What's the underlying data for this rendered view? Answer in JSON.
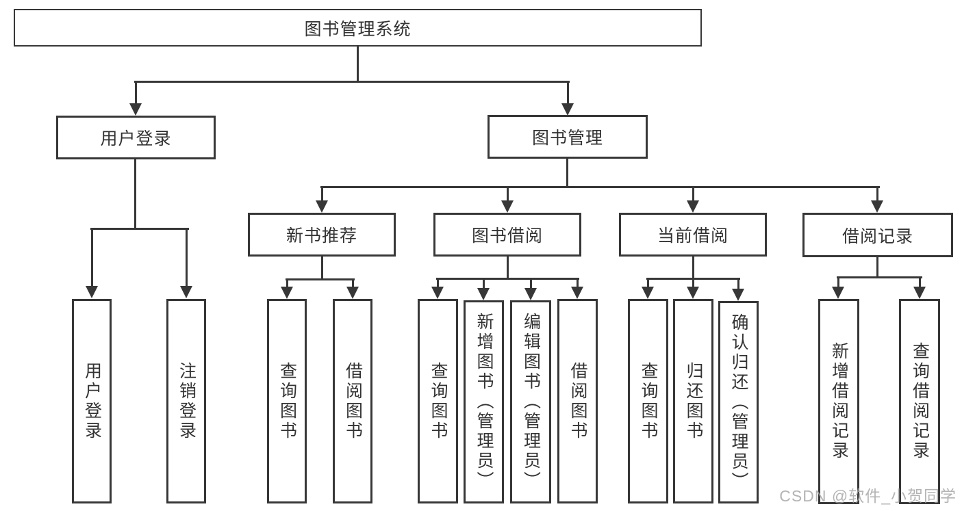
{
  "diagram_title": "图书管理系统",
  "tree": {
    "root": "图书管理系统",
    "branches": [
      {
        "label": "用户登录",
        "children": [
          "用户登录",
          "注销登录"
        ]
      },
      {
        "label": "图书管理",
        "children": [
          {
            "label": "新书推荐",
            "children": [
              "查询图书",
              "借阅图书"
            ]
          },
          {
            "label": "图书借阅",
            "children": [
              "查询图书",
              "新增图书（管理员）",
              "编辑图书（管理员）",
              "借阅图书"
            ]
          },
          {
            "label": "当前借阅",
            "children": [
              "查询图书",
              "归还图书",
              "确认归还（管理员）"
            ]
          },
          {
            "label": "借阅记录",
            "children": [
              "新增借阅记录",
              "查询借阅记录"
            ]
          }
        ]
      }
    ]
  },
  "watermark": {
    "text": "CSDN @软件_小贺同学",
    "color": "#a4a4a4"
  },
  "colors": {
    "line": "#373737",
    "text": "#333333",
    "background": "#ffffff"
  }
}
